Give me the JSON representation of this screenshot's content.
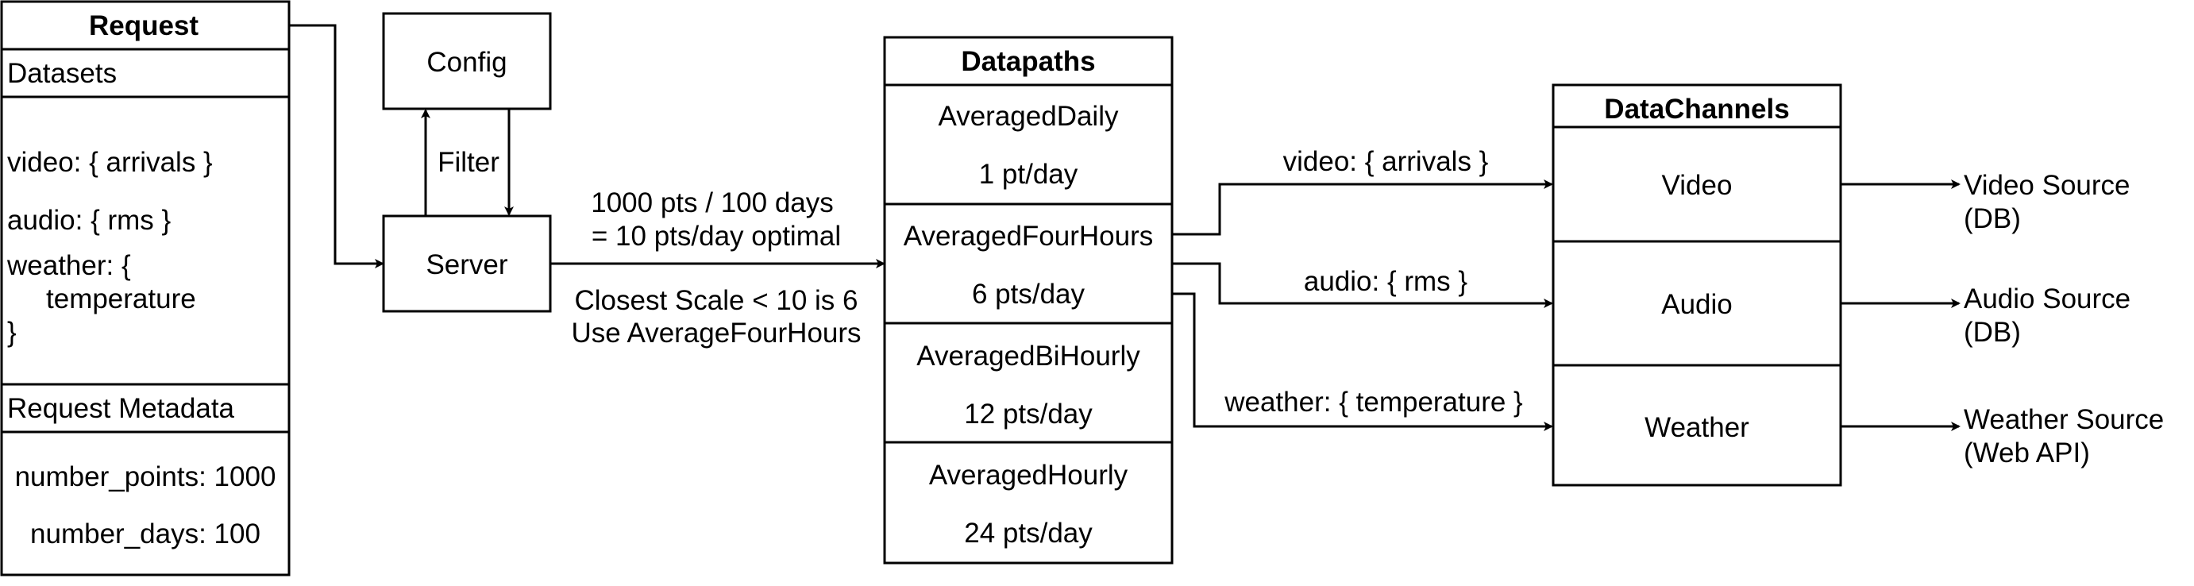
{
  "request": {
    "title": "Request",
    "datasets_header": "Datasets",
    "video_line": "video: { arrivals }",
    "audio_line": "audio: { rms }",
    "weather_line1": "weather: {",
    "weather_line2": "temperature",
    "weather_line3": "}",
    "metadata_header": "Request Metadata",
    "number_points": "number_points: 1000",
    "number_days": "number_days: 100"
  },
  "config": {
    "label": "Config"
  },
  "server": {
    "label": "Server"
  },
  "filter_label": "Filter",
  "server_to_datapaths": {
    "line1": "1000 pts / 100 days",
    "line2": "= 10 pts/day optimal",
    "line3": "Closest Scale < 10 is 6",
    "line4": "Use AverageFourHours"
  },
  "datapaths": {
    "title": "Datapaths",
    "items": [
      {
        "name": "AveragedDaily",
        "rate": "1 pt/day"
      },
      {
        "name": "AveragedFourHours",
        "rate": "6 pts/day"
      },
      {
        "name": "AveragedBiHourly",
        "rate": "12 pts/day"
      },
      {
        "name": "AveragedHourly",
        "rate": "24 pts/day"
      }
    ]
  },
  "edges": {
    "video": "video: { arrivals }",
    "audio": "audio: { rms }",
    "weather": "weather: { temperature }"
  },
  "datachannels": {
    "title": "DataChannels",
    "items": [
      "Video",
      "Audio",
      "Weather"
    ]
  },
  "sources": [
    {
      "line1": "Video Source",
      "line2": "(DB)"
    },
    {
      "line1": "Audio Source",
      "line2": "(DB)"
    },
    {
      "line1": "Weather Source",
      "line2": "(Web API)"
    }
  ]
}
